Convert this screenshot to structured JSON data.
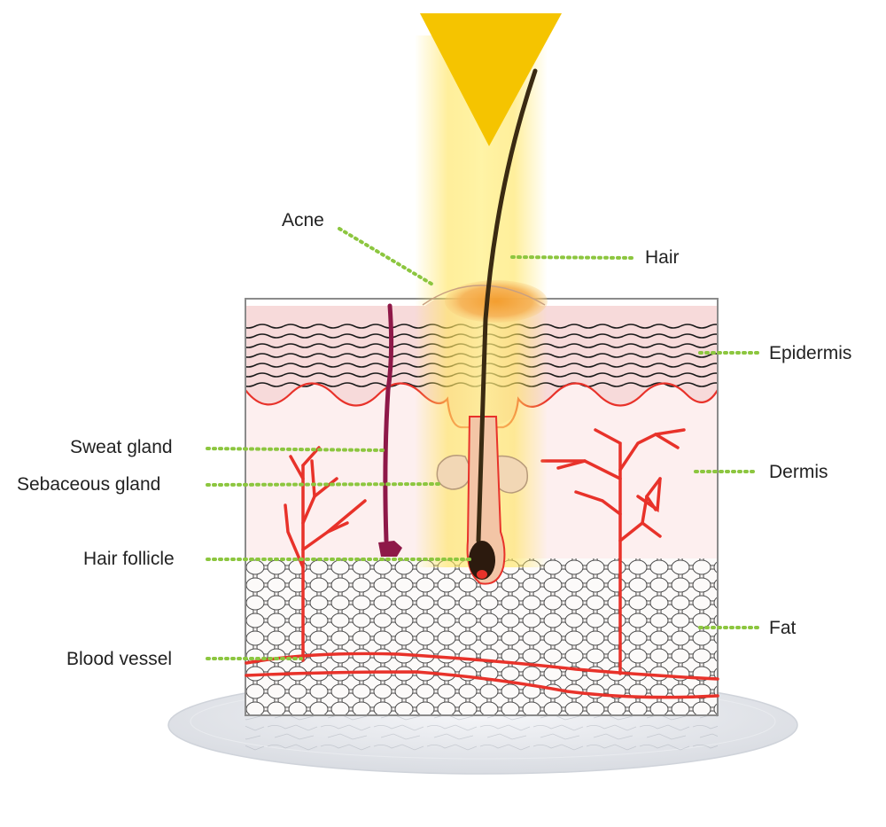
{
  "labels": {
    "acne": "Acne",
    "hair": "Hair",
    "epidermis": "Epidermis",
    "dermis": "Dermis",
    "sweat_gland": "Sweat gland",
    "sebaceous_gland": "Sebaceous gland",
    "hair_follicle": "Hair follicle",
    "fat": "Fat",
    "blood_vessel": "Blood vessel"
  },
  "colors": {
    "light_beam": "#FFE45A",
    "triangle": "#F5C400",
    "blood_vessel": "#E8322A",
    "sweat_gland": "#8E1848",
    "leader_line": "#8CC63F",
    "epidermis": "#F7DADA",
    "dermis": "#FDEFEF",
    "fat": "#FAF6F5",
    "acne": "#F5A23A",
    "hair": "#3A2A12"
  }
}
